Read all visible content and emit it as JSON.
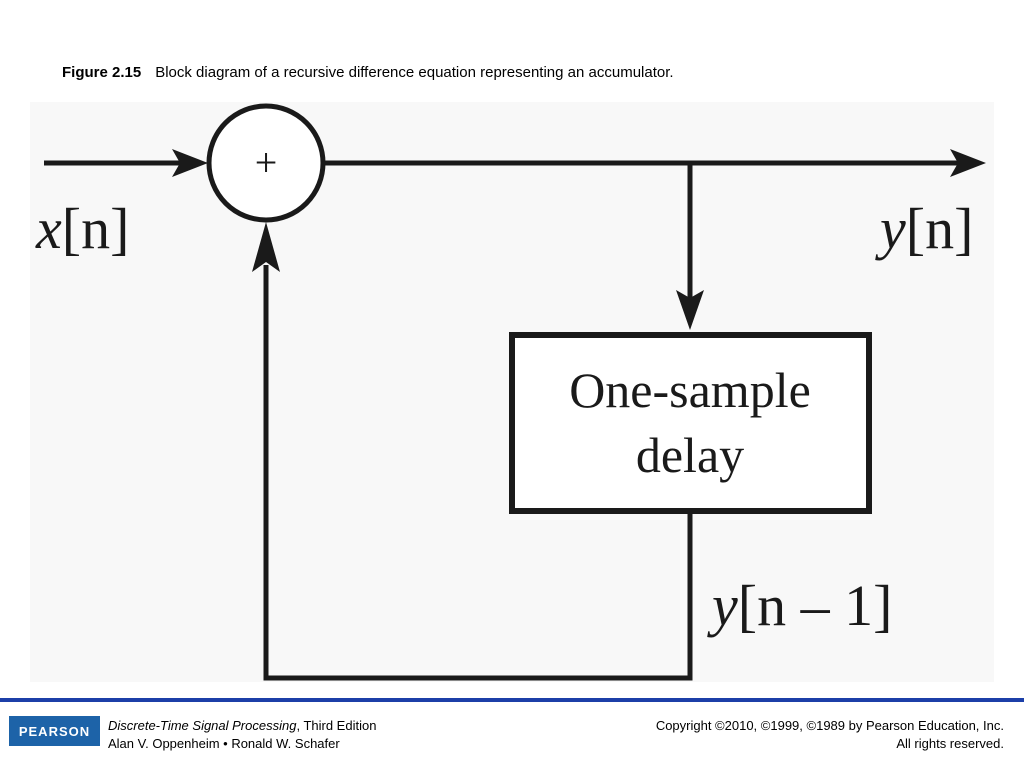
{
  "caption": {
    "label": "Figure 2.15",
    "text": "Block diagram of a recursive difference equation representing an accumulator."
  },
  "diagram": {
    "input_label_var": "x",
    "input_label_idx": "[n]",
    "output_label_var": "y",
    "output_label_idx": "[n]",
    "adder_symbol": "+",
    "delay_line1": "One-sample",
    "delay_line2": "delay",
    "feedback_label_var": "y",
    "feedback_label_idx": "[n – 1]"
  },
  "footer": {
    "logo_text": "PEARSON",
    "book_title": "Discrete-Time Signal Processing",
    "edition": ", Third Edition",
    "authors": "Alan V. Oppenheim • Ronald W. Schafer",
    "copyright": "Copyright ©2010, ©1999, ©1989 by Pearson Education, Inc.",
    "rights": "All rights reserved."
  },
  "colors": {
    "footer_rule": "#1c3fa8",
    "logo_bg": "#1d63a8",
    "diagram_stroke": "#1a1a1a"
  }
}
